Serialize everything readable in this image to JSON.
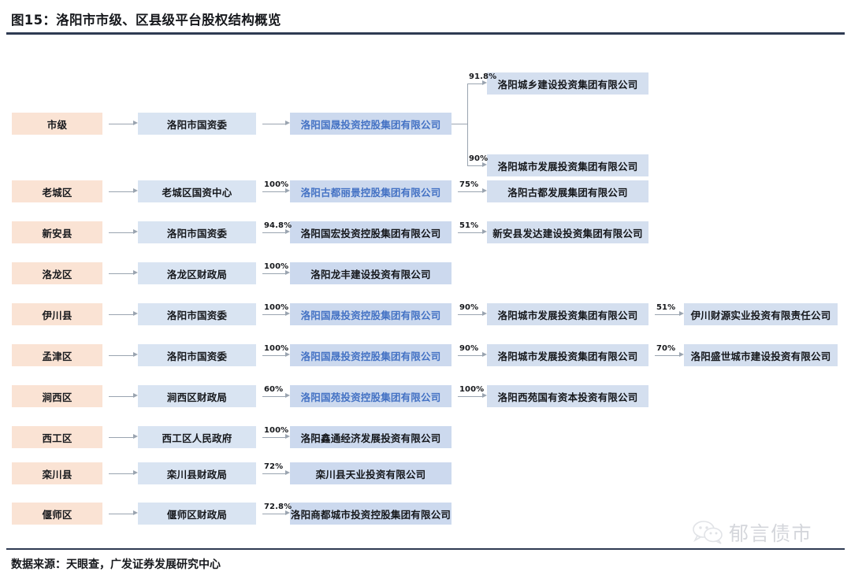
{
  "title": "图15：洛阳市市级、区县级平台股权结构概览",
  "footer": "数据来源：天眼查，广发证券发展研究中心",
  "watermark": {
    "label": "郁言债市",
    "icon": "wechat-icon"
  },
  "colors": {
    "region_box": "#fae3d4",
    "level2_box": "#d9e4f2",
    "level3_box": "#ccd9ee",
    "level4_box": "#d4dfef",
    "accent_text": "#4472c4",
    "rule": "#2e3a52",
    "connector": "#9aa4b0"
  },
  "rows": [
    {
      "region": "市级",
      "level2": "洛阳市国资委",
      "level3": "洛阳国晟投资控股集团有限公司",
      "level3_accent": true,
      "pct_2_3": "",
      "branches": [
        {
          "pct": "91.8%",
          "name": "洛阳城乡建设投资集团有限公司"
        },
        {
          "pct": "90%",
          "name": "洛阳城市发展投资集团有限公司"
        }
      ]
    },
    {
      "region": "老城区",
      "level2": "老城区国资中心",
      "level3": "洛阳古都丽景控股集团有限公司",
      "level3_accent": true,
      "pct_2_3": "100%",
      "level4": "洛阳古都发展集团有限公司",
      "pct_3_4": "75%"
    },
    {
      "region": "新安县",
      "level2": "洛阳市国资委",
      "level3": "洛阳国宏投资控股集团有限公司",
      "level3_accent": false,
      "pct_2_3": "94.8%",
      "level4": "新安县发达建设投资集团有限公司",
      "pct_3_4": "51%"
    },
    {
      "region": "洛龙区",
      "level2": "洛龙区财政局",
      "level3": "洛阳龙丰建设投资有限公司",
      "level3_accent": false,
      "pct_2_3": "100%"
    },
    {
      "region": "伊川县",
      "level2": "洛阳市国资委",
      "level3": "洛阳国晟投资控股集团有限公司",
      "level3_accent": true,
      "pct_2_3": "100%",
      "level4": "洛阳城市发展投资集团有限公司",
      "pct_3_4": "90%",
      "level5": "伊川财源实业投资有限责任公司",
      "pct_4_5": "51%"
    },
    {
      "region": "孟津区",
      "level2": "洛阳市国资委",
      "level3": "洛阳国晟投资控股集团有限公司",
      "level3_accent": true,
      "pct_2_3": "100%",
      "level4": "洛阳城市发展投资集团有限公司",
      "pct_3_4": "90%",
      "level5": "洛阳盛世城市建设投资有限公司",
      "pct_4_5": "70%"
    },
    {
      "region": "涧西区",
      "level2": "涧西区财政局",
      "level3": "洛阳国苑投资控股集团有限公司",
      "level3_accent": true,
      "pct_2_3": "60%",
      "level4": "洛阳西苑国有资本投资有限公司",
      "pct_3_4": "100%"
    },
    {
      "region": "西工区",
      "level2": "西工区人民政府",
      "level3": "洛阳鑫通经济发展投资有限公司",
      "level3_accent": false,
      "pct_2_3": "100%"
    },
    {
      "region": "栾川县",
      "level2": "栾川县财政局",
      "level3": "栾川县天业投资有限公司",
      "level3_accent": false,
      "pct_2_3": "72%"
    },
    {
      "region": "偃师区",
      "level2": "偃师区财政局",
      "level3": "洛阳商都城市投资控股集团有限公司",
      "level3_accent": false,
      "pct_2_3": "72.8%"
    }
  ]
}
